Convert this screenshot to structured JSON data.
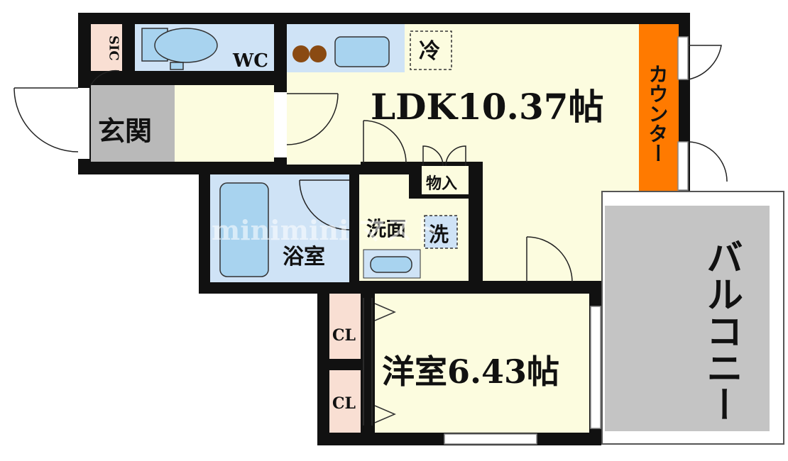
{
  "rooms": {
    "ldk": "LDK10.37帖",
    "western": "洋室6.43帖",
    "entrance": "玄関",
    "bath": "浴室",
    "washroom": "洗面",
    "wc": "WC",
    "sic": "SIC",
    "storage": "物入",
    "closet_top": "CL",
    "closet_bottom": "CL",
    "balcony": "バルコニー",
    "counter": "カウンター"
  },
  "fixtures": {
    "fridge": "冷",
    "washer": "洗"
  },
  "watermark": "minimini マスト",
  "colors": {
    "wall": "#111111",
    "ldk_floor": "#fcfcdf",
    "entrance_floor": "#b9b9b9",
    "wet_area": "#cfe3f6",
    "fixture_blue": "#a8d3ef",
    "storage_pink": "#f9dfd3",
    "balcony_gray": "#c4c4c4",
    "counter_orange": "#ff7a00",
    "stove_brown": "#8a4a12"
  }
}
